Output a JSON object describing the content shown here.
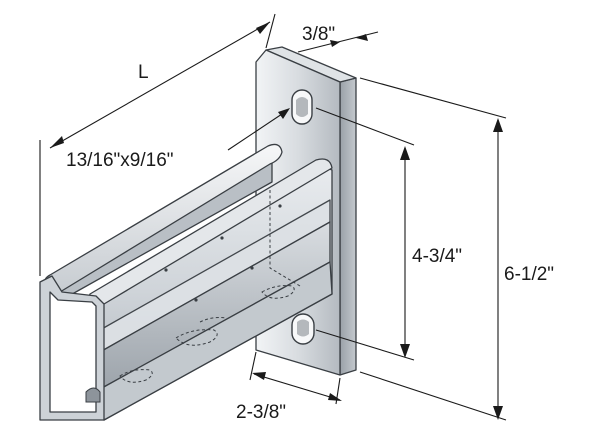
{
  "labels": {
    "length": "L",
    "thickness": "3/8\"",
    "slot": "13/16\"x9/16\"",
    "hole_spacing": "4-3/4\"",
    "plate_height": "6-1/2\"",
    "plate_width": "2-3/8\""
  },
  "colors": {
    "metal_light": "#eef0f2",
    "metal_mid": "#c9ced3",
    "metal_dark": "#8e959c",
    "line": "#1a1a1a"
  }
}
